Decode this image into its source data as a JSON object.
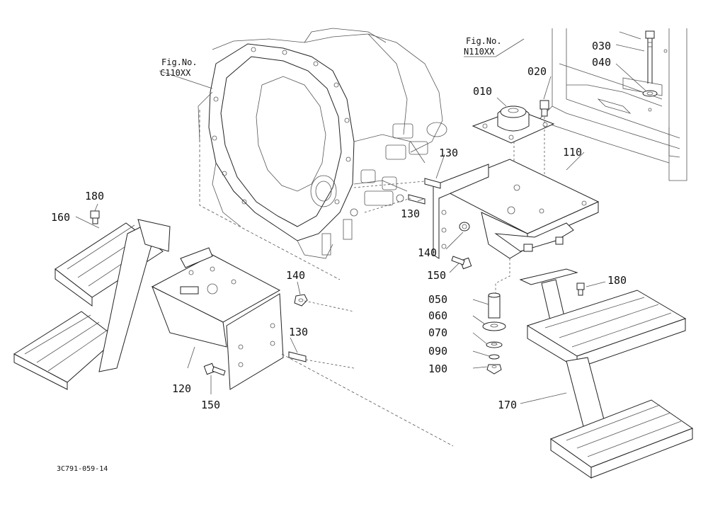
{
  "figure_refs": [
    {
      "fig_label": "Fig.No.",
      "fig_code": "C110XX"
    },
    {
      "fig_label": "Fig.No.",
      "fig_code": "N110XX"
    }
  ],
  "parts": {
    "p010": "010",
    "p020": "020",
    "p030": "030",
    "p040": "040",
    "p050": "050",
    "p060": "060",
    "p070": "070",
    "p090": "090",
    "p100": "100",
    "p110": "110",
    "p120": "120",
    "p130a": "130",
    "p130b": "130",
    "p130c": "130",
    "p140a": "140",
    "p140b": "140",
    "p150a": "150",
    "p150b": "150",
    "p160": "160",
    "p170": "170",
    "p180a": "180",
    "p180b": "180"
  },
  "drawing_code": "3C791-059-14"
}
